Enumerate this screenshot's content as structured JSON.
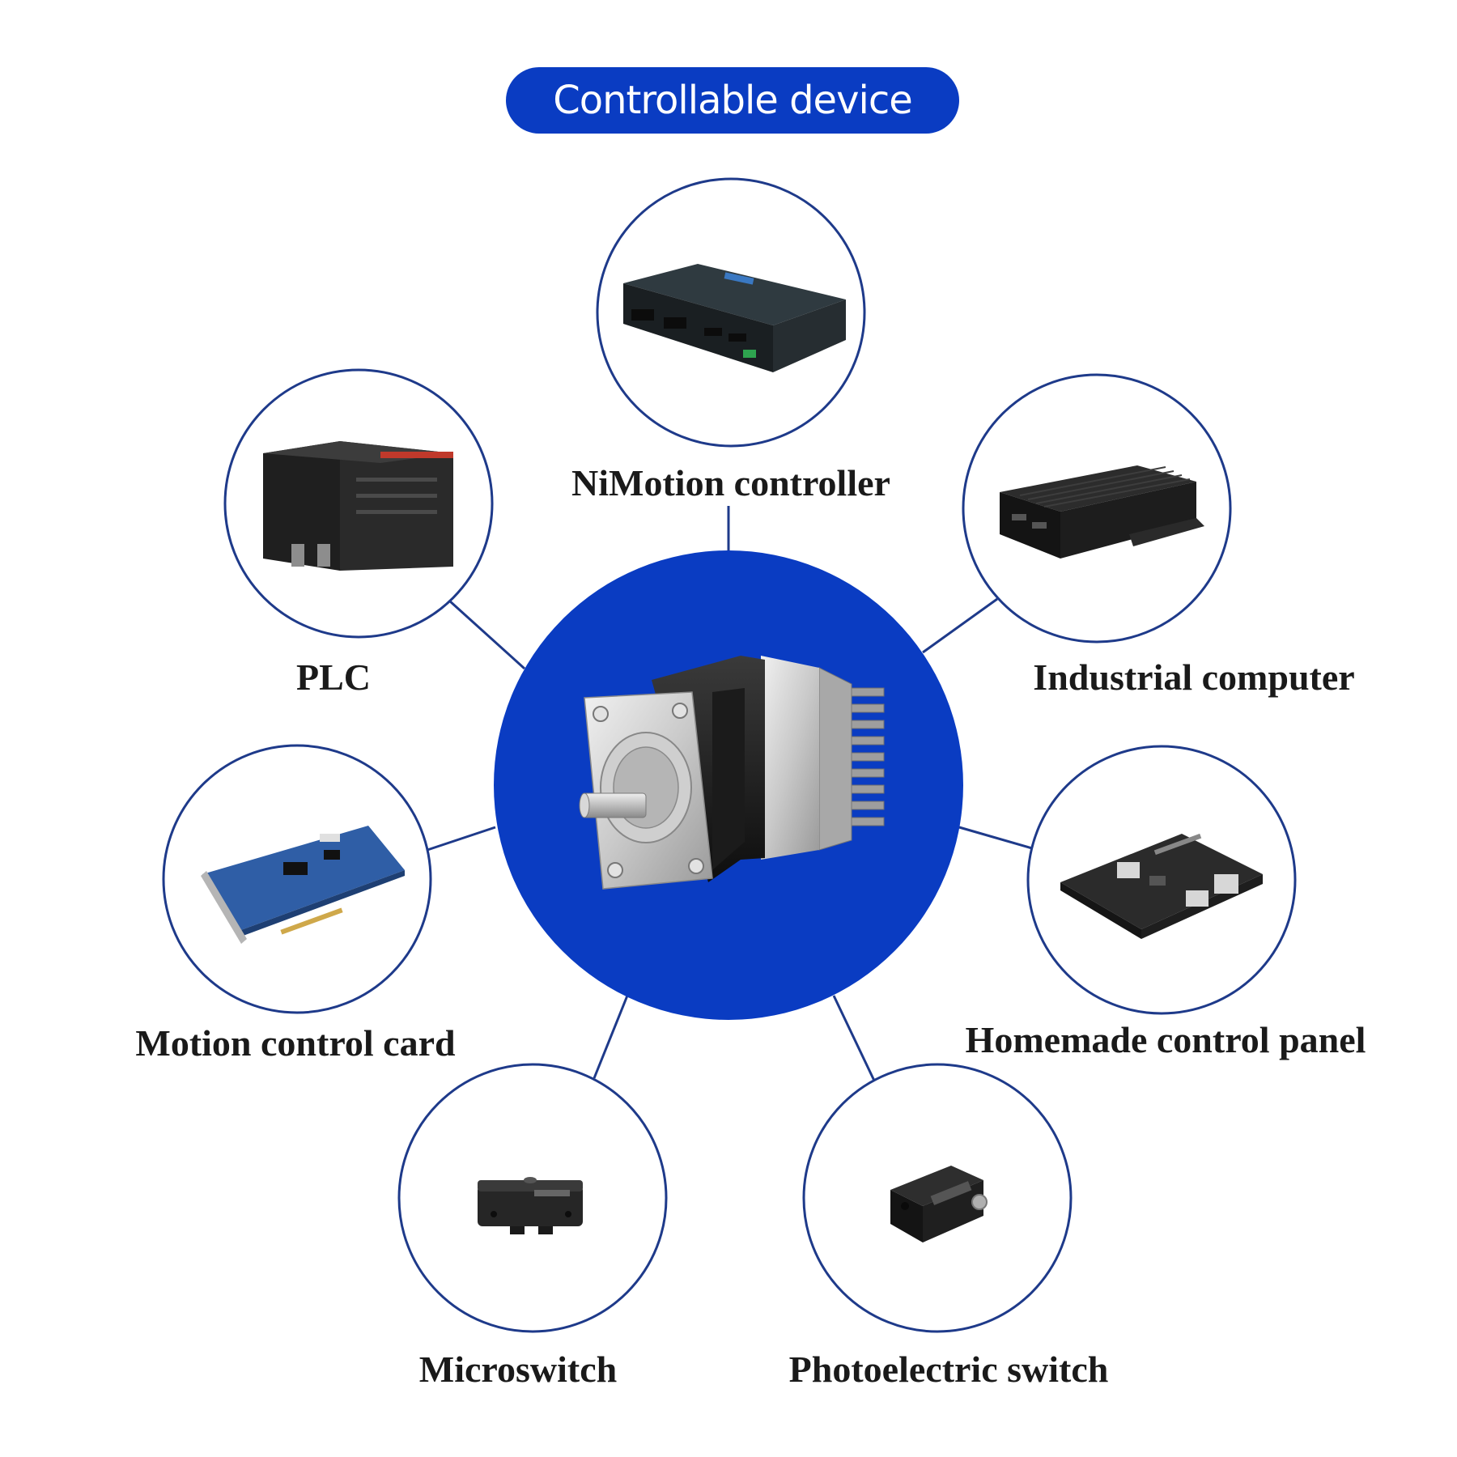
{
  "title": "Controllable device",
  "colors": {
    "primary": "#0a3cc2",
    "line": "#1e3a8a",
    "text": "#1a1a1a"
  },
  "center": {
    "name": "integrated-stepper-motor",
    "icon": "stepper-motor-icon"
  },
  "devices": [
    {
      "label": "NiMotion controller",
      "icon": "motion-controller-box-icon"
    },
    {
      "label": "PLC",
      "icon": "plc-module-icon"
    },
    {
      "label": "Industrial computer",
      "icon": "fanless-industrial-pc-icon"
    },
    {
      "label": "Motion control card",
      "icon": "pci-motion-card-icon"
    },
    {
      "label": "Homemade control panel",
      "icon": "single-board-computer-icon"
    },
    {
      "label": "Microswitch",
      "icon": "microswitch-icon"
    },
    {
      "label": "Photoelectric switch",
      "icon": "photoelectric-sensor-icon"
    }
  ]
}
